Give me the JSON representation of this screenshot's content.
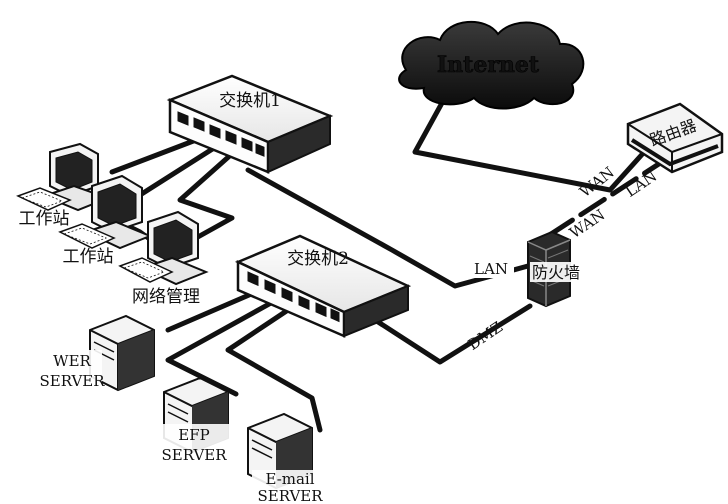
{
  "internet": {
    "label": "Internet"
  },
  "router": {
    "label": "路由器"
  },
  "switch1": {
    "label": "交换机1"
  },
  "switch2": {
    "label": "交换机2"
  },
  "firewall": {
    "label": "防火墙"
  },
  "workstations": [
    {
      "label": "工作站"
    },
    {
      "label": "工作站"
    }
  ],
  "network_mgmt": {
    "label": "网络管理"
  },
  "servers": [
    {
      "line1": "WER",
      "line2": "SERVER"
    },
    {
      "line1": "EFP",
      "line2": "SERVER"
    },
    {
      "line1": "E-mail",
      "line2": "SERVER"
    }
  ],
  "links": {
    "internet_wan": "WAN",
    "router_lan": "LAN",
    "firewall_wan": "WAN",
    "firewall_lan": "LAN",
    "firewall_dmz": "DMZ"
  },
  "colors": {
    "ink": "#111111",
    "device_dark": "#222222",
    "device_mid": "#555555",
    "device_light": "#f2f2f2"
  }
}
